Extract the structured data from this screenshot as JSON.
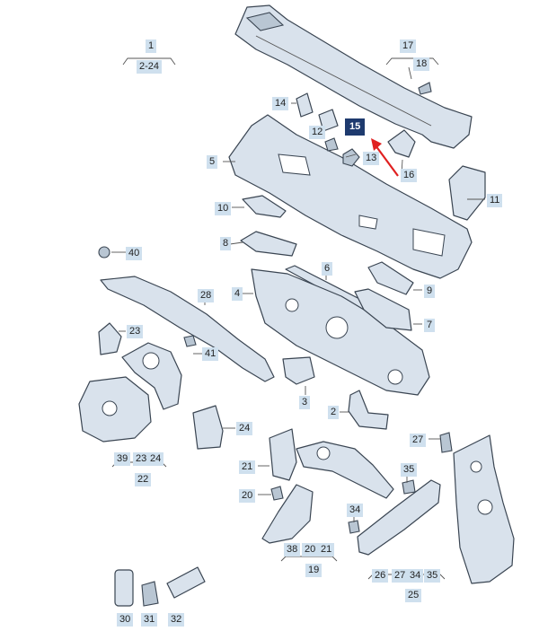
{
  "labels": {
    "l1": "1",
    "l2_24": "2-24",
    "l2": "2",
    "l3": "3",
    "l4": "4",
    "l5": "5",
    "l6": "6",
    "l7": "7",
    "l8": "8",
    "l9": "9",
    "l10": "10",
    "l11": "11",
    "l12": "12",
    "l13": "13",
    "l14": "14",
    "l15": "15",
    "l16": "16",
    "l17": "17",
    "l18": "18",
    "l19": "19",
    "l20": "20",
    "l20b": "20",
    "l21": "21",
    "l21b": "21",
    "l22": "22",
    "l23": "23",
    "l23b": "23",
    "l24": "24",
    "l24b": "24",
    "l25": "25",
    "l26": "26",
    "l27": "27",
    "l27b": "27",
    "l28": "28",
    "l30": "30",
    "l31": "31",
    "l32": "32",
    "l34": "34",
    "l34b": "34",
    "l35": "35",
    "l35b": "35",
    "l38": "38",
    "l39": "39",
    "l40": "40",
    "l41": "41"
  },
  "highlight": {
    "part": "15",
    "color": "#1e3a6e",
    "arrow_color": "#e02020"
  }
}
